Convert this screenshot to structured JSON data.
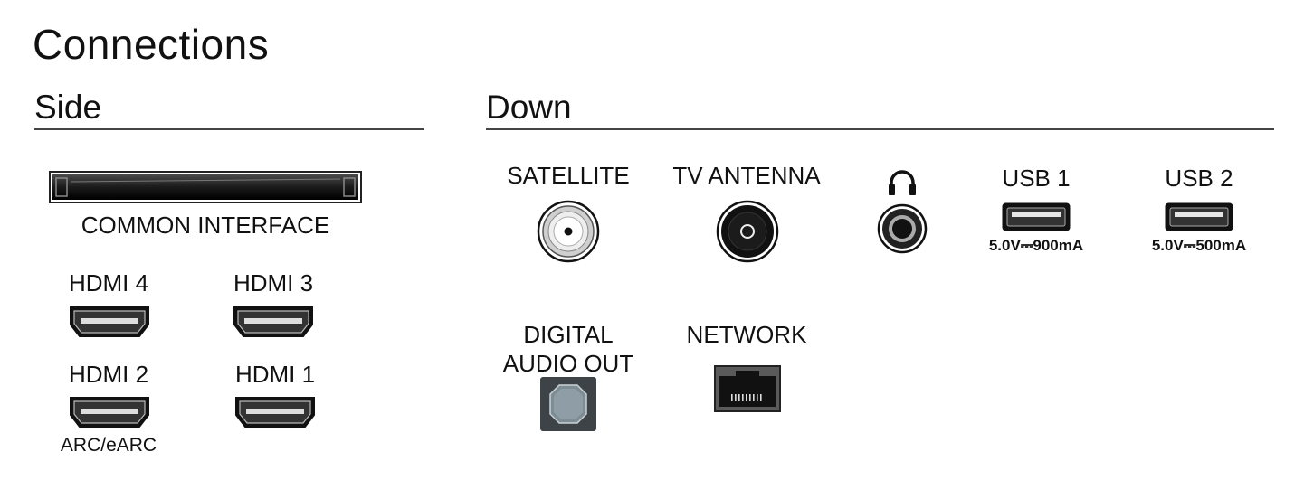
{
  "title": "Connections",
  "sections": {
    "side": "Side",
    "down": "Down"
  },
  "side": {
    "common_interface": "COMMON INTERFACE",
    "hdmi4": "HDMI 4",
    "hdmi3": "HDMI 3",
    "hdmi2": "HDMI 2",
    "hdmi2_sub": "ARC/eARC",
    "hdmi1": "HDMI 1"
  },
  "down": {
    "satellite": "SATELLITE",
    "tv_antenna": "TV ANTENNA",
    "usb1": "USB 1",
    "usb1_spec": "5.0V⎓900mA",
    "usb2": "USB 2",
    "usb2_spec": "5.0V⎓500mA",
    "digital_audio_line1": "DIGITAL",
    "digital_audio_line2": "AUDIO OUT",
    "network": "NETWORK"
  },
  "icons": {
    "headphone": "headphone-icon",
    "hdmi": "hdmi-port-icon",
    "usb": "usb-port-icon",
    "coax": "coax-port-icon",
    "optical": "optical-port-icon",
    "ethernet": "ethernet-port-icon"
  }
}
